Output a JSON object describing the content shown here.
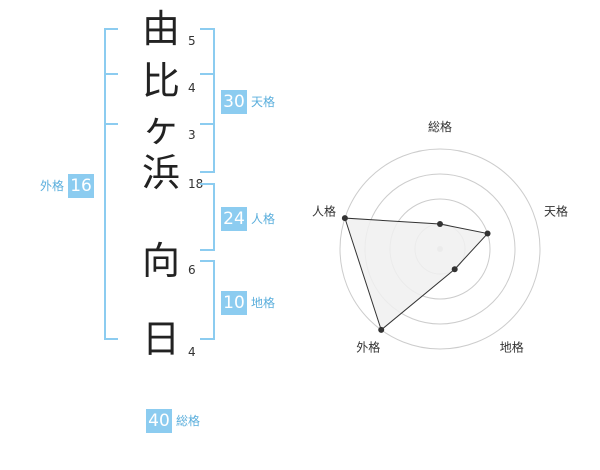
{
  "name_chars": [
    {
      "char": "由",
      "strokes": "5"
    },
    {
      "char": "比",
      "strokes": "4"
    },
    {
      "char": "ヶ",
      "strokes": "3"
    },
    {
      "char": "浜",
      "strokes": "18"
    },
    {
      "char": "向",
      "strokes": "6"
    },
    {
      "char": "日",
      "strokes": "4"
    }
  ],
  "fortunes": {
    "tenkaku": {
      "value": "30",
      "label": "天格"
    },
    "jinkaku": {
      "value": "24",
      "label": "人格"
    },
    "chikaku": {
      "value": "10",
      "label": "地格"
    },
    "gaikaku": {
      "value": "16",
      "label": "外格"
    },
    "soukaku": {
      "value": "40",
      "label": "総格"
    }
  },
  "radar": {
    "axes": [
      "総格",
      "天格",
      "地格",
      "外格",
      "人格"
    ],
    "levels": 4,
    "values": [
      1,
      2,
      1,
      4,
      4
    ],
    "max": 4,
    "colors": {
      "fill": "#f0f0f0",
      "line": "#333333",
      "grid": "#cccccc",
      "point": "#333333"
    }
  },
  "colors": {
    "accent": "#8cccf0",
    "accent_text": "#5aaedc"
  }
}
